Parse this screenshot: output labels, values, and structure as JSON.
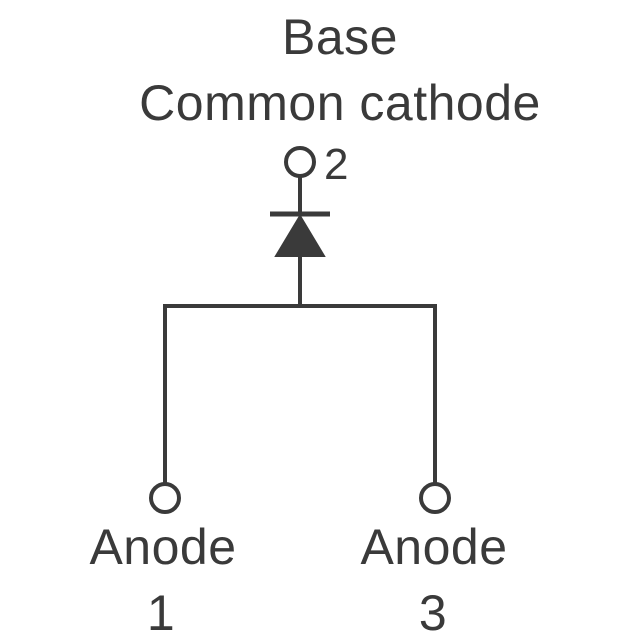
{
  "diagram": {
    "top_label_line1": "Base",
    "top_label_line2": "Common cathode",
    "top_pin_number": "2",
    "left_label": "Anode",
    "left_pin_number": "1",
    "right_label": "Anode",
    "right_pin_number": "3"
  },
  "colors": {
    "stroke": "#3a3a3a",
    "background": "#ffffff"
  }
}
